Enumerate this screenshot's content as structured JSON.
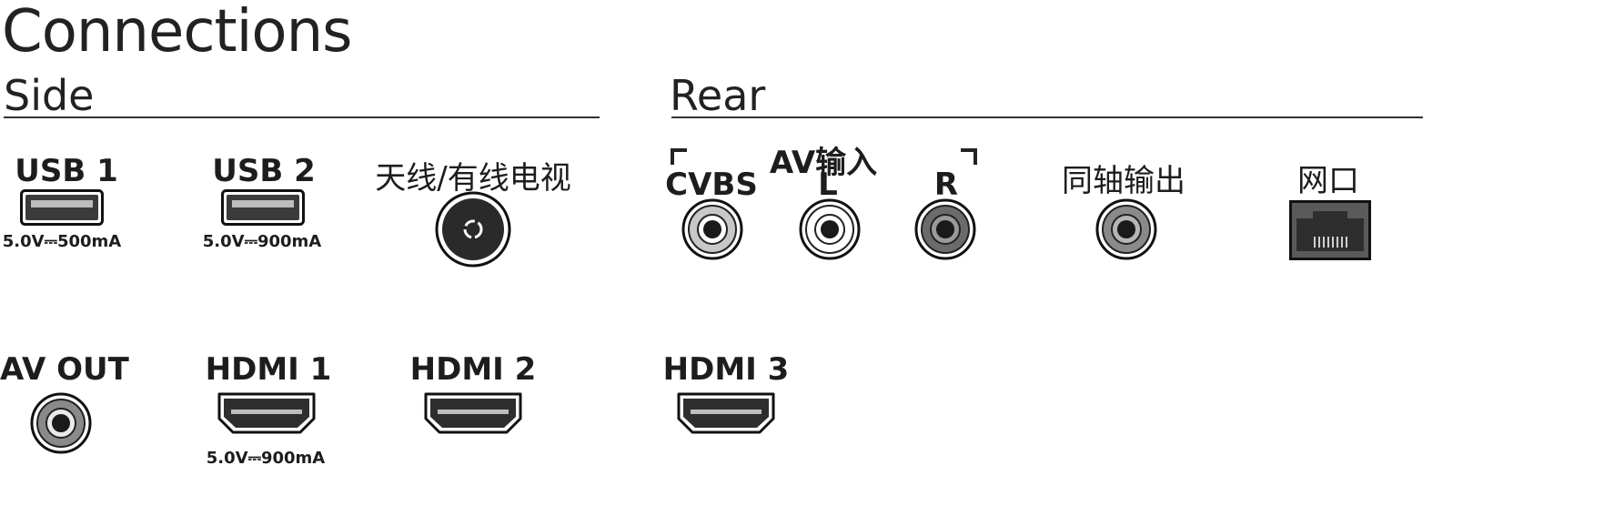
{
  "title": "Connections",
  "sections": {
    "side": "Side",
    "rear": "Rear"
  },
  "side_ports": {
    "usb1": {
      "label": "USB 1",
      "spec": "5.0V⎓500mA"
    },
    "usb2": {
      "label": "USB 2",
      "spec": "5.0V⎓900mA"
    },
    "antenna": {
      "label": "天线/有线电视"
    },
    "av_out": {
      "label": "AV OUT"
    },
    "hdmi1": {
      "label": "HDMI 1",
      "spec": "5.0V⎓900mA"
    },
    "hdmi2": {
      "label": "HDMI 2"
    }
  },
  "rear_ports": {
    "av_in_group": "AV输入",
    "cvbs": {
      "label": "CVBS"
    },
    "audio_l": {
      "label": "L"
    },
    "audio_r": {
      "label": "R"
    },
    "coax_out": {
      "label": "同轴输出"
    },
    "lan": {
      "label": "网口"
    },
    "hdmi3": {
      "label": "HDMI 3"
    }
  },
  "icons": [
    "usb-port-icon",
    "antenna-port-icon",
    "rca-port-icon",
    "hdmi-port-icon",
    "ethernet-port-icon"
  ]
}
